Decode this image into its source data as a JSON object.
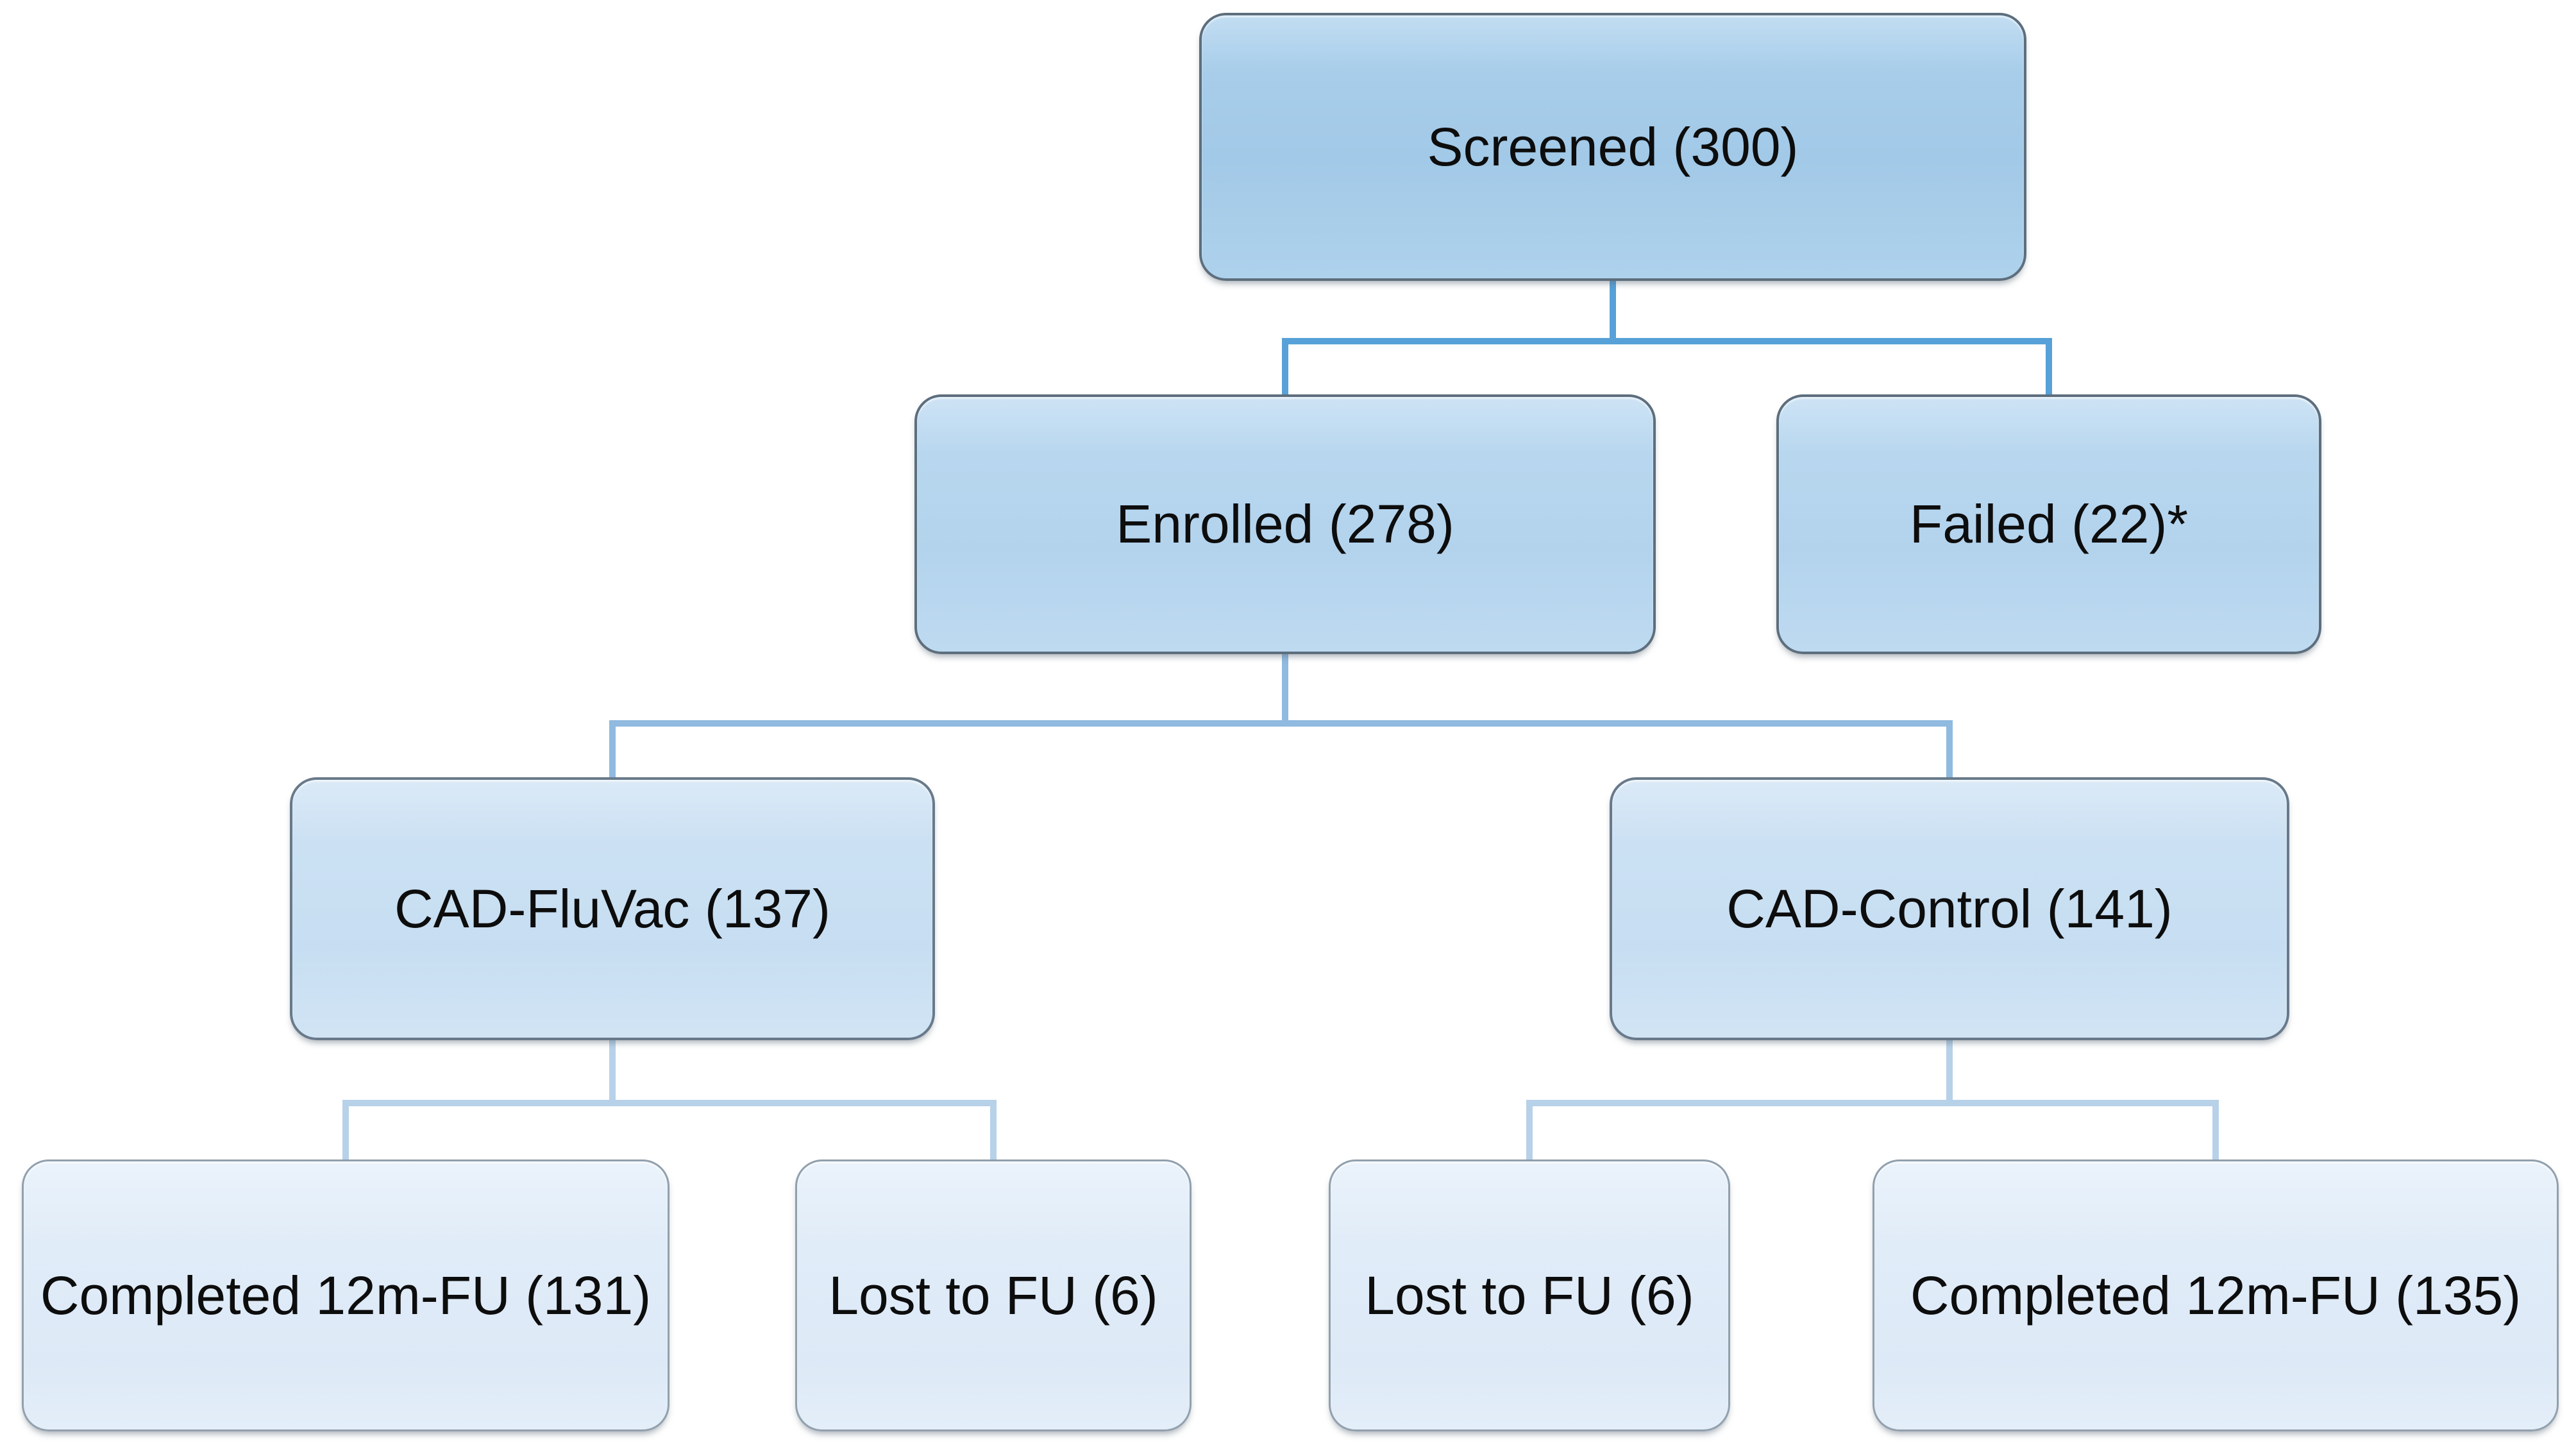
{
  "diagram": {
    "type": "flowchart",
    "description": "Study enrollment flow diagram",
    "nodes": {
      "screened": {
        "label": "Screened (300)",
        "level": 1
      },
      "enrolled": {
        "label": "Enrolled (278)",
        "level": 2
      },
      "failed": {
        "label": "Failed (22)*",
        "level": 2
      },
      "cad_fluvac": {
        "label": "CAD-FluVac (137)",
        "level": 3
      },
      "cad_control": {
        "label": "CAD-Control (141)",
        "level": 3
      },
      "completed_fluvac": {
        "label": "Completed 12m-FU (131)",
        "level": 4
      },
      "lost_fluvac": {
        "label": "Lost to FU (6)",
        "level": 4
      },
      "lost_control": {
        "label": "Lost to FU (6)",
        "level": 4
      },
      "completed_control": {
        "label": "Completed 12m-FU (135)",
        "level": 4
      }
    },
    "edges": [
      {
        "from": "screened",
        "to": "enrolled"
      },
      {
        "from": "screened",
        "to": "failed"
      },
      {
        "from": "enrolled",
        "to": "cad_fluvac"
      },
      {
        "from": "enrolled",
        "to": "cad_control"
      },
      {
        "from": "cad_fluvac",
        "to": "completed_fluvac"
      },
      {
        "from": "cad_fluvac",
        "to": "lost_fluvac"
      },
      {
        "from": "cad_control",
        "to": "lost_control"
      },
      {
        "from": "cad_control",
        "to": "completed_control"
      }
    ],
    "colors": {
      "box_fill_level1": "#a7cdea",
      "box_fill_level2": "#b8d7ef",
      "box_fill_level3": "#cbe0f3",
      "box_fill_level4": "#e0ecf8",
      "box_border_dark": "#5d6e7d",
      "box_border_light": "#91a0ad",
      "connector_level1": "#57a1d8",
      "connector_level2": "#90badf",
      "connector_level3": "#b7d1e9",
      "text": "#0d0d0d",
      "background": "#ffffff"
    }
  }
}
